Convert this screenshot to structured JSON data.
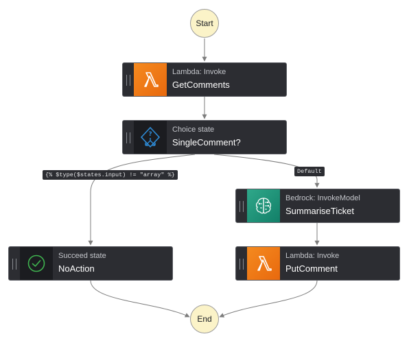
{
  "start": {
    "label": "Start"
  },
  "end": {
    "label": "End"
  },
  "states": {
    "get_comments": {
      "type": "Lambda: Invoke",
      "name": "GetComments",
      "icon": "lambda-icon"
    },
    "single_comment": {
      "type": "Choice state",
      "name": "SingleComment?",
      "icon": "choice-icon"
    },
    "no_action": {
      "type": "Succeed state",
      "name": "NoAction",
      "icon": "check-circle-icon"
    },
    "summarise_ticket": {
      "type": "Bedrock: InvokeModel",
      "name": "SummariseTicket",
      "icon": "bedrock-brain-icon"
    },
    "put_comment": {
      "type": "Lambda: Invoke",
      "name": "PutComment",
      "icon": "lambda-icon"
    }
  },
  "edge_labels": {
    "choice_rule": "{% $type($states.input) != \"array\" %}",
    "default": "Default"
  },
  "colors": {
    "state_bg": "#2c2d32",
    "terminal_bg": "#fbf3c8",
    "lambda_orange": "#f58a1f",
    "bedrock_green": "#1f9a7d",
    "choice_blue": "#2e8cd8",
    "succeed_green": "#3fb34f",
    "edge": "#7d7d7d"
  }
}
